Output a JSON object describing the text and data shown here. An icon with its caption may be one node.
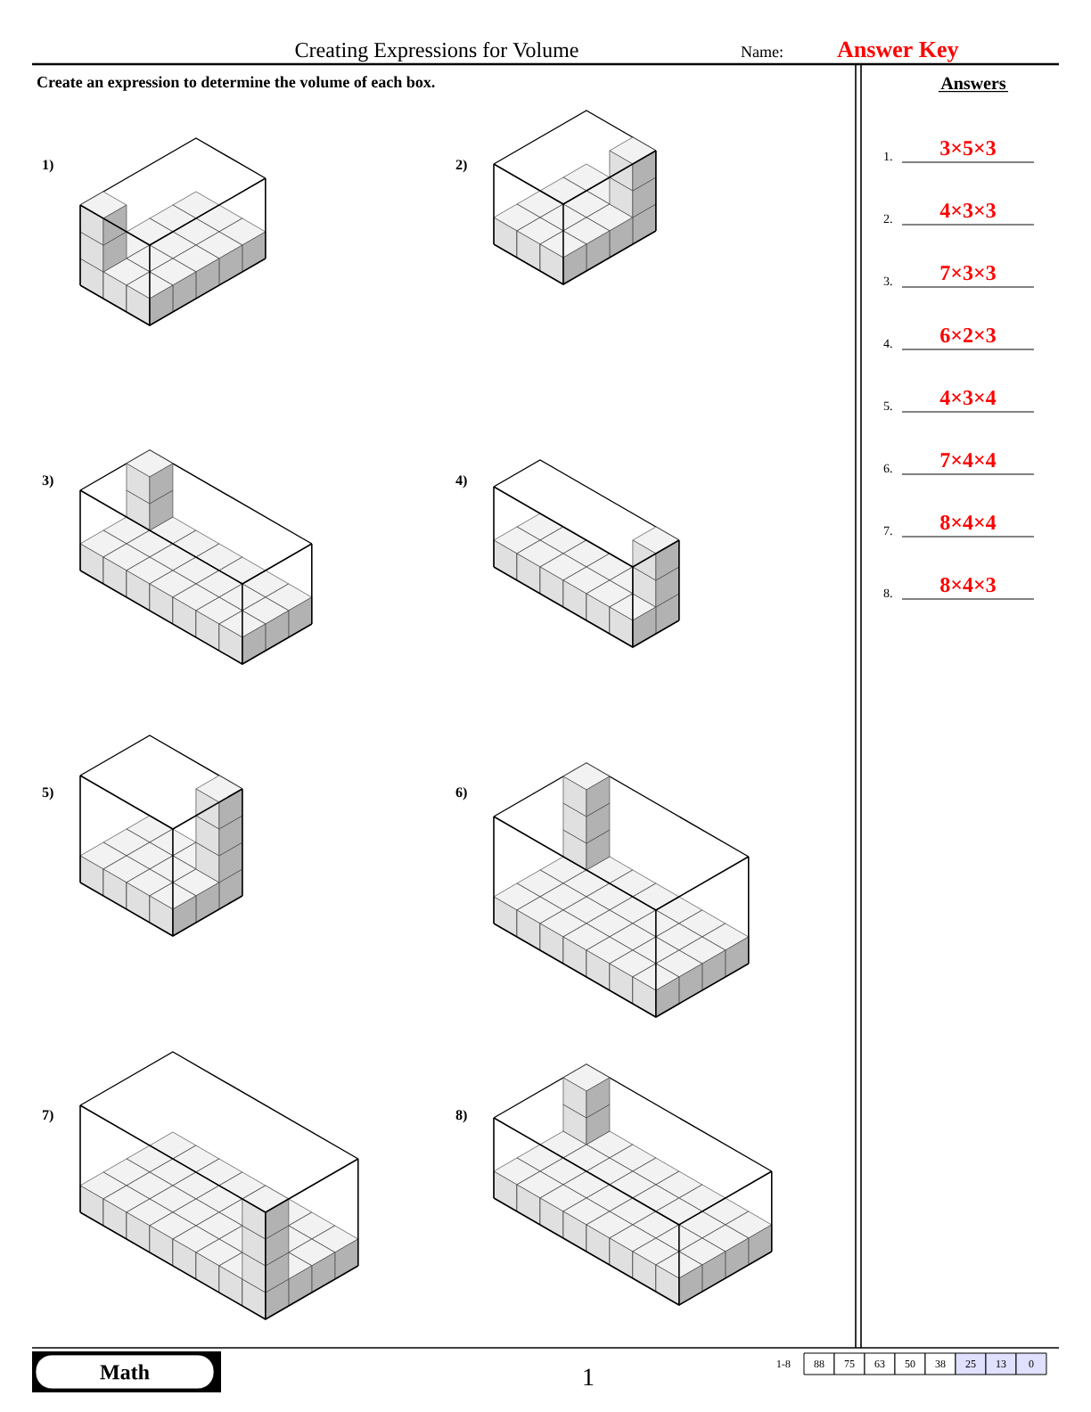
{
  "diagram": {
    "title": "Creating Expressions for Volume",
    "labels": [
      "Name:",
      "Answer Key",
      "Create an expression to determine the volume of each box.",
      "Answers",
      "1.",
      "3×5×3",
      "2.",
      "4×3×3",
      "3.",
      "7×3×3",
      "4.",
      "6×2×3",
      "5.",
      "4×3×4",
      "6.",
      "7×4×4",
      "7.",
      "8×4×4",
      "8.",
      "8×4×3",
      "1)",
      "2)",
      "3)",
      "4)",
      "5)",
      "6)",
      "7)",
      "8)",
      "Math",
      "1",
      "1-8",
      "88",
      "75",
      "63",
      "50",
      "38",
      "25",
      "13",
      "0"
    ]
  }
}
